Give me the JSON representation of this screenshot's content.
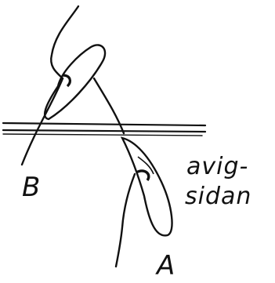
{
  "labels": {
    "left": "B",
    "right": "A",
    "note_line1": "avig-",
    "note_line2": "sidan"
  },
  "colors": {
    "ink": "#111111",
    "background": "#ffffff"
  }
}
